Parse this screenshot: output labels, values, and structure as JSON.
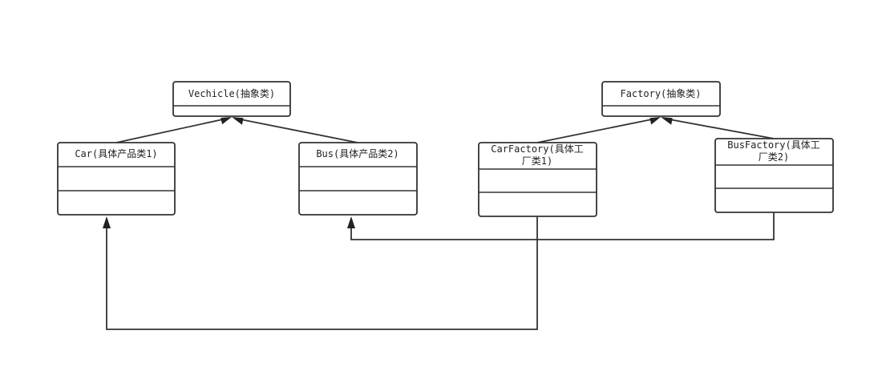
{
  "classes": {
    "vehicle": {
      "title_lines": [
        "Vechicle(抽象类)"
      ]
    },
    "car": {
      "title_lines": [
        "Car(具体产品类1)"
      ]
    },
    "bus": {
      "title_lines": [
        "Bus(具体产品类2)"
      ]
    },
    "factory": {
      "title_lines": [
        "Factory(抽象类)"
      ]
    },
    "car_factory": {
      "title_lines": [
        "CarFactory(具体工",
        "厂类1)"
      ]
    },
    "bus_factory": {
      "title_lines": [
        "BusFactory(具体工",
        "厂类2)"
      ]
    }
  },
  "relations": [
    {
      "from": "Car(具体产品类1)",
      "to": "Vechicle(抽象类)",
      "kind": "generalization"
    },
    {
      "from": "Bus(具体产品类2)",
      "to": "Vechicle(抽象类)",
      "kind": "generalization"
    },
    {
      "from": "CarFactory(具体工厂类1)",
      "to": "Factory(抽象类)",
      "kind": "generalization"
    },
    {
      "from": "BusFactory(具体工厂类2)",
      "to": "Factory(抽象类)",
      "kind": "generalization"
    },
    {
      "from": "CarFactory(具体工厂类1)",
      "to": "Car(具体产品类1)",
      "kind": "dependency"
    },
    {
      "from": "BusFactory(具体工厂类2)",
      "to": "Bus(具体产品类2)",
      "kind": "dependency"
    }
  ],
  "colors": {
    "line": "#333333",
    "arrow": "#222222",
    "background": "#ffffff"
  }
}
